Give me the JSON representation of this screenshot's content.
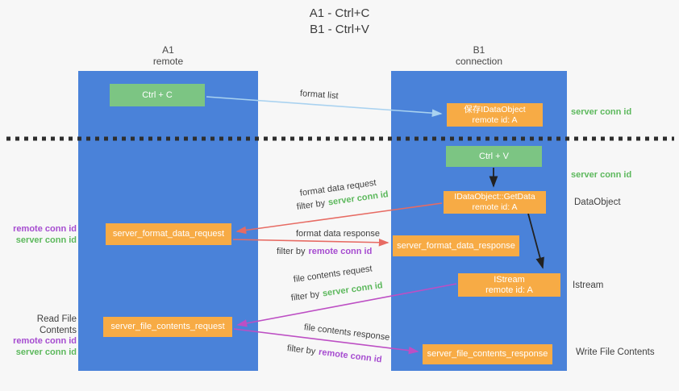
{
  "title": {
    "line1": "A1 - Ctrl+C",
    "line2": "B1 - Ctrl+V"
  },
  "columns": {
    "left": {
      "name": "A1",
      "role": "remote"
    },
    "right": {
      "name": "B1",
      "role": "connection"
    }
  },
  "nodes": {
    "ctrl_c": {
      "label": "Ctrl + C"
    },
    "ctrl_v": {
      "label": "Ctrl + V"
    },
    "save_idataobject": {
      "line1": "保存IDataObject",
      "line2": "remote id: A"
    },
    "getdata": {
      "line1": "IDataObject::GetData",
      "line2": "remote id: A"
    },
    "istream": {
      "line1": "IStream",
      "line2": "remote id: A"
    },
    "format_request": {
      "label": "server_format_data_request"
    },
    "format_response": {
      "label": "server_format_data_response"
    },
    "file_request": {
      "label": "server_file_contents_request"
    },
    "file_response": {
      "label": "server_file_contents_response"
    }
  },
  "arrow_labels": {
    "format_list": "format list",
    "format_data_request": "format data request",
    "format_data_response": "format data response",
    "file_contents_request": "file contents request",
    "file_contents_response": "file contents response",
    "filter_by": "filter by",
    "server_conn_id": "server conn id",
    "remote_conn_id": "remote conn id"
  },
  "side_labels": {
    "server_conn_id": "server conn id",
    "remote_conn_id": "remote conn id",
    "dataobject": "DataObject",
    "istream": "Istream",
    "read_file_contents": "Read File Contents",
    "write_file_contents": "Write File Contents"
  },
  "colors": {
    "background": "#F7F7F7",
    "column_blue": "#4A82D9",
    "box_green": "#7CC583",
    "box_orange": "#F7AB45",
    "arrow_lightblue": "#A9D2F0",
    "arrow_red": "#E76B63",
    "arrow_magenta": "#BD4FC4",
    "arrow_black": "#222222",
    "text_green": "#5CB85C",
    "text_purple": "#A64CD0",
    "separator_dotted": "#2E2E2E"
  }
}
